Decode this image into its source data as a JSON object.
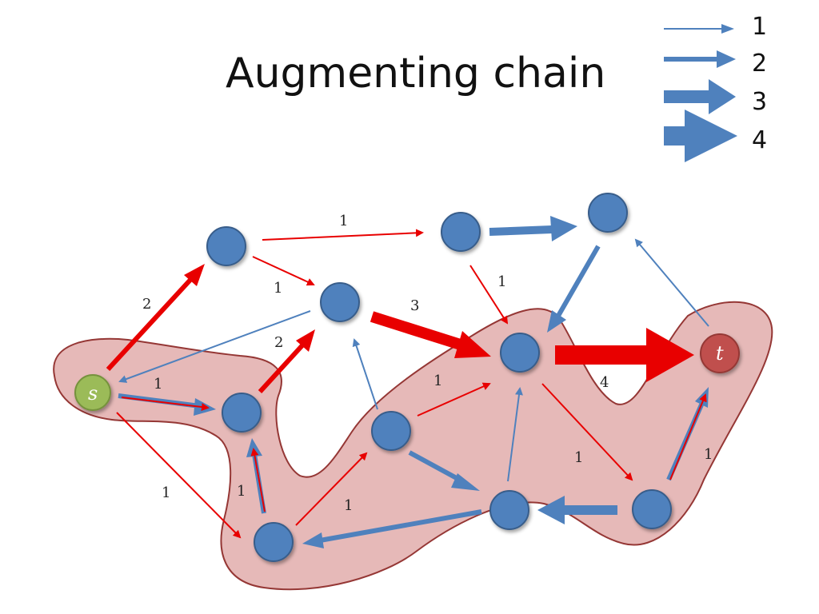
{
  "title": "Augmenting chain",
  "legend": {
    "items": [
      {
        "label": "1",
        "capacity": 1
      },
      {
        "label": "2",
        "capacity": 2
      },
      {
        "label": "3",
        "capacity": 3
      },
      {
        "label": "4",
        "capacity": 4
      }
    ]
  },
  "colors": {
    "node_blue": "#4f81bd",
    "node_green": "#9bbb59",
    "node_red": "#c0504d",
    "edge_blue": "#4f81bd",
    "edge_red": "#e80000",
    "chain_fill": "#e6b9b8",
    "chain_stroke": "#953735"
  },
  "nodes": {
    "s": {
      "label": "s"
    },
    "t": {
      "label": "t"
    }
  },
  "edge_labels": {
    "a_to_b": "1",
    "a_to_c": "1",
    "s_to_a": "2",
    "e_to_c": "2",
    "s_to_e": "1",
    "s_to_g": "1",
    "g_to_e": "1",
    "g_to_f": "1",
    "c_to_d": "3",
    "b_to_d": "1",
    "f_to_d": "1",
    "d_to_t": "4",
    "d_to_i": "1",
    "i_to_t": "1"
  }
}
